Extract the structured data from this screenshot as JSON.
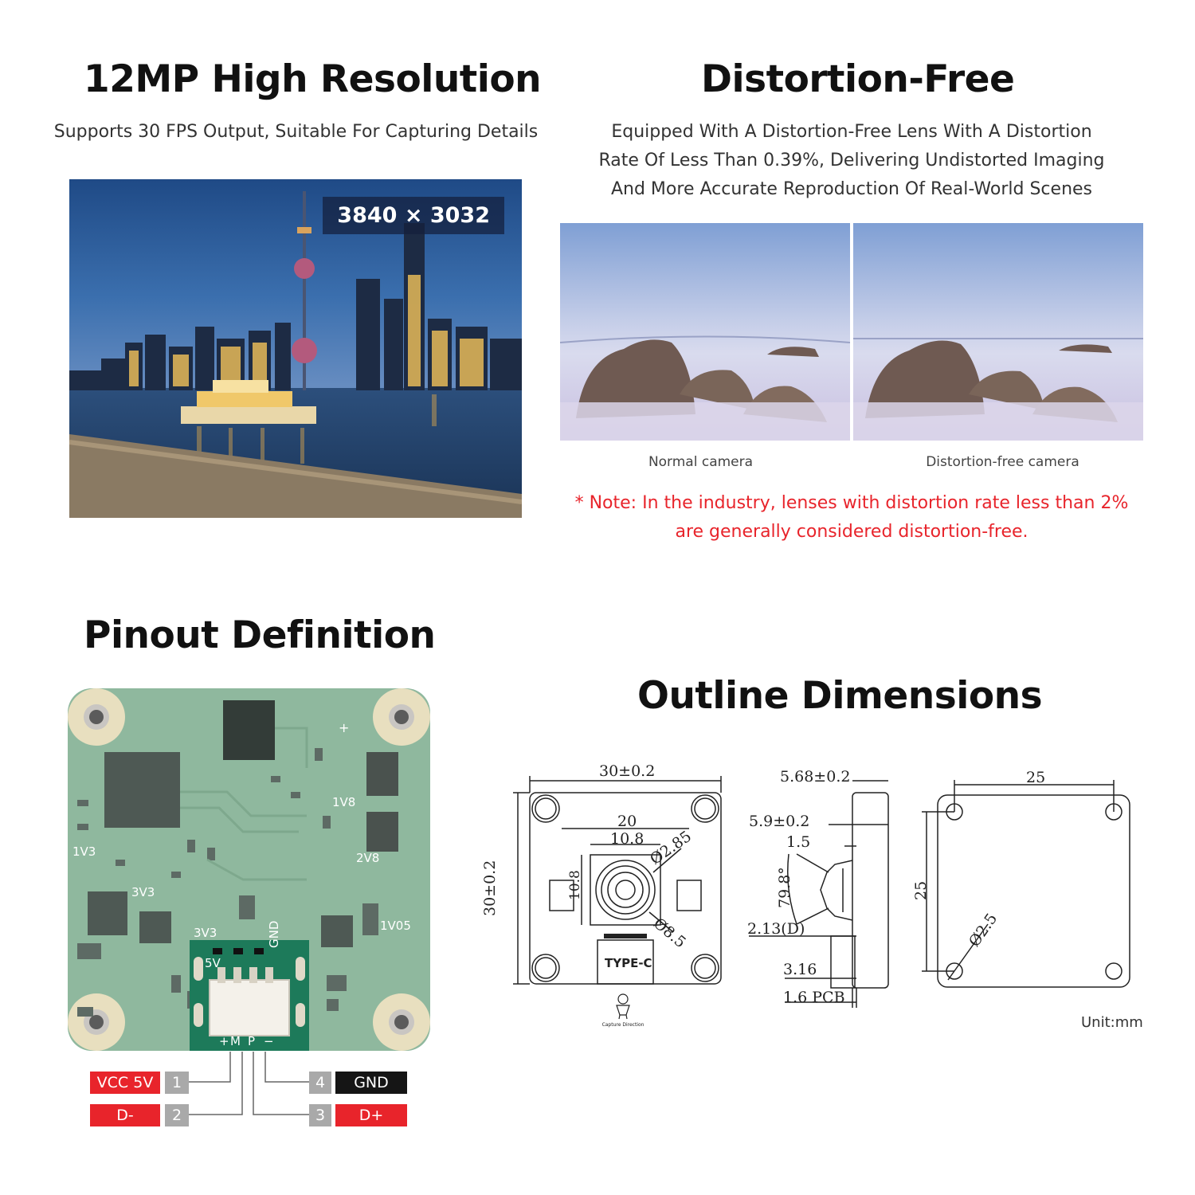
{
  "resolution": {
    "title": "12MP High Resolution",
    "subtitle": "Supports 30 FPS Output, Suitable For Capturing Details",
    "badge": "3840 × 3032"
  },
  "distortion": {
    "title": "Distortion-Free",
    "subtitle_lines": [
      "Equipped With A Distortion-Free Lens With A Distortion",
      "Rate Of Less Than 0.39%, Delivering Undistorted Imaging",
      "And More Accurate Reproduction Of Real-World Scenes"
    ],
    "caption_left": "Normal camera",
    "caption_right": "Distortion-free camera",
    "note_lines": [
      "* Note: In the industry, lenses with distortion rate less than 2%",
      "are generally considered distortion-free."
    ]
  },
  "pinout": {
    "title": "Pinout Definition",
    "board_labels": [
      "1V8",
      "1V3",
      "2V8",
      "3V3",
      "3V3",
      "1V05",
      "5V",
      "GND",
      "+",
      "+",
      "M",
      "P",
      "−"
    ],
    "pins": [
      {
        "num": "1",
        "label": "VCC 5V"
      },
      {
        "num": "2",
        "label": "D-"
      },
      {
        "num": "3",
        "label": "D+"
      },
      {
        "num": "4",
        "label": "GND"
      }
    ],
    "colors": {
      "red": "#e8242b",
      "black": "#151515",
      "gray": "#a9a9a9",
      "pcb": "#8fb89e"
    }
  },
  "outline": {
    "title": "Outline Dimensions",
    "front": {
      "width": "30±0.2",
      "height": "30±0.2",
      "inner_width": "20",
      "lens_width": "10.8",
      "lens_height": "10.8",
      "hole": "Ø2.85",
      "lens_dia": "Ø8.5",
      "connector": "TYPE-C",
      "direction": "Capture Direction"
    },
    "side": {
      "total": "5.68±0.2",
      "lens": "5.9±0.2",
      "d1": "1.5",
      "angle": "79.8°",
      "d2": "2.13(D)",
      "d3": "3.16",
      "pcb": "1.6 PCB"
    },
    "back": {
      "width": "25",
      "height": "25",
      "hole": "Ø2.5"
    },
    "unit": "Unit:mm"
  }
}
